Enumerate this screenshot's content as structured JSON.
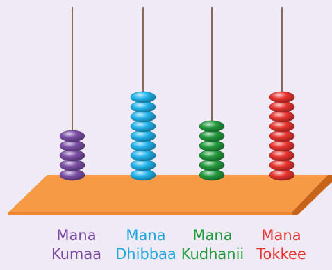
{
  "background_color": "#efeaf5",
  "board": {
    "top_color": "#f79a45",
    "front_color": "#f0852e",
    "edge_color": "#c8631a"
  },
  "rods": [
    {
      "place": "thousands",
      "bead_count": 5,
      "bead_color": "#7c4fa6",
      "label_line1": "Mana",
      "label_line2": "Kumaa",
      "label_color": "#7a4aa3"
    },
    {
      "place": "hundreds",
      "bead_count": 9,
      "bead_color": "#22b4ec",
      "label_line1": "Mana",
      "label_line2": "Dhibbaa",
      "label_color": "#1aa7e0"
    },
    {
      "place": "tens",
      "bead_count": 6,
      "bead_color": "#239a3d",
      "label_line1": "Mana",
      "label_line2": "Kudhanii",
      "label_color": "#1f9a3a"
    },
    {
      "place": "ones",
      "bead_count": 9,
      "bead_color": "#e8342f",
      "label_line1": "Mana",
      "label_line2": "Tokkee",
      "label_color": "#e8322c"
    }
  ]
}
